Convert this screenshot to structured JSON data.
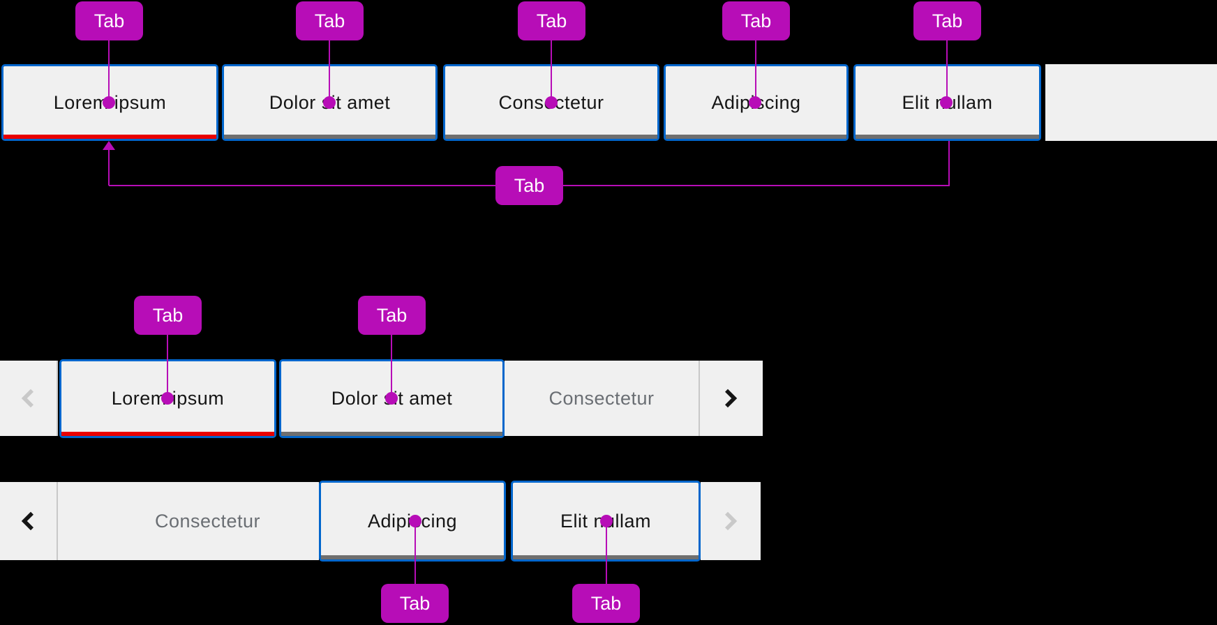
{
  "annotation": {
    "label": "Tab"
  },
  "colors": {
    "background": "#000000",
    "tab_bg": "#F0F0F0",
    "tab_border_blue": "#0066CC",
    "active_indicator_red": "#E80000",
    "inactive_indicator_gray": "#6F6F6F",
    "tab_text": "#151515",
    "ghost_tab_text": "#6A6E73",
    "disabled_chevron": "#C9C9C9",
    "enabled_chevron": "#151515",
    "separator": "#C8C8C8",
    "annotation_magenta": "#B70DB7"
  },
  "top_tab_bar": {
    "tabs": [
      {
        "label": "Lorem ipsum",
        "active": true
      },
      {
        "label": "Dolor sit amet",
        "active": false
      },
      {
        "label": "Consectetur",
        "active": false
      },
      {
        "label": "Adipiscing",
        "active": false
      },
      {
        "label": "Elit nullam",
        "active": false
      }
    ]
  },
  "scrolled_bar_start": {
    "tabs": [
      {
        "label": "Lorem ipsum",
        "active": true
      },
      {
        "label": "Dolor sit amet",
        "active": false
      }
    ],
    "clipped_tab": {
      "label": "Consectetur"
    },
    "left_scroll_disabled": true,
    "right_scroll_disabled": false
  },
  "scrolled_bar_end": {
    "clipped_tab": {
      "label": "Consectetur"
    },
    "tabs": [
      {
        "label": "Adipiscing",
        "active": false
      },
      {
        "label": "Elit nullam",
        "active": false
      }
    ],
    "left_scroll_disabled": false,
    "right_scroll_disabled": true
  }
}
